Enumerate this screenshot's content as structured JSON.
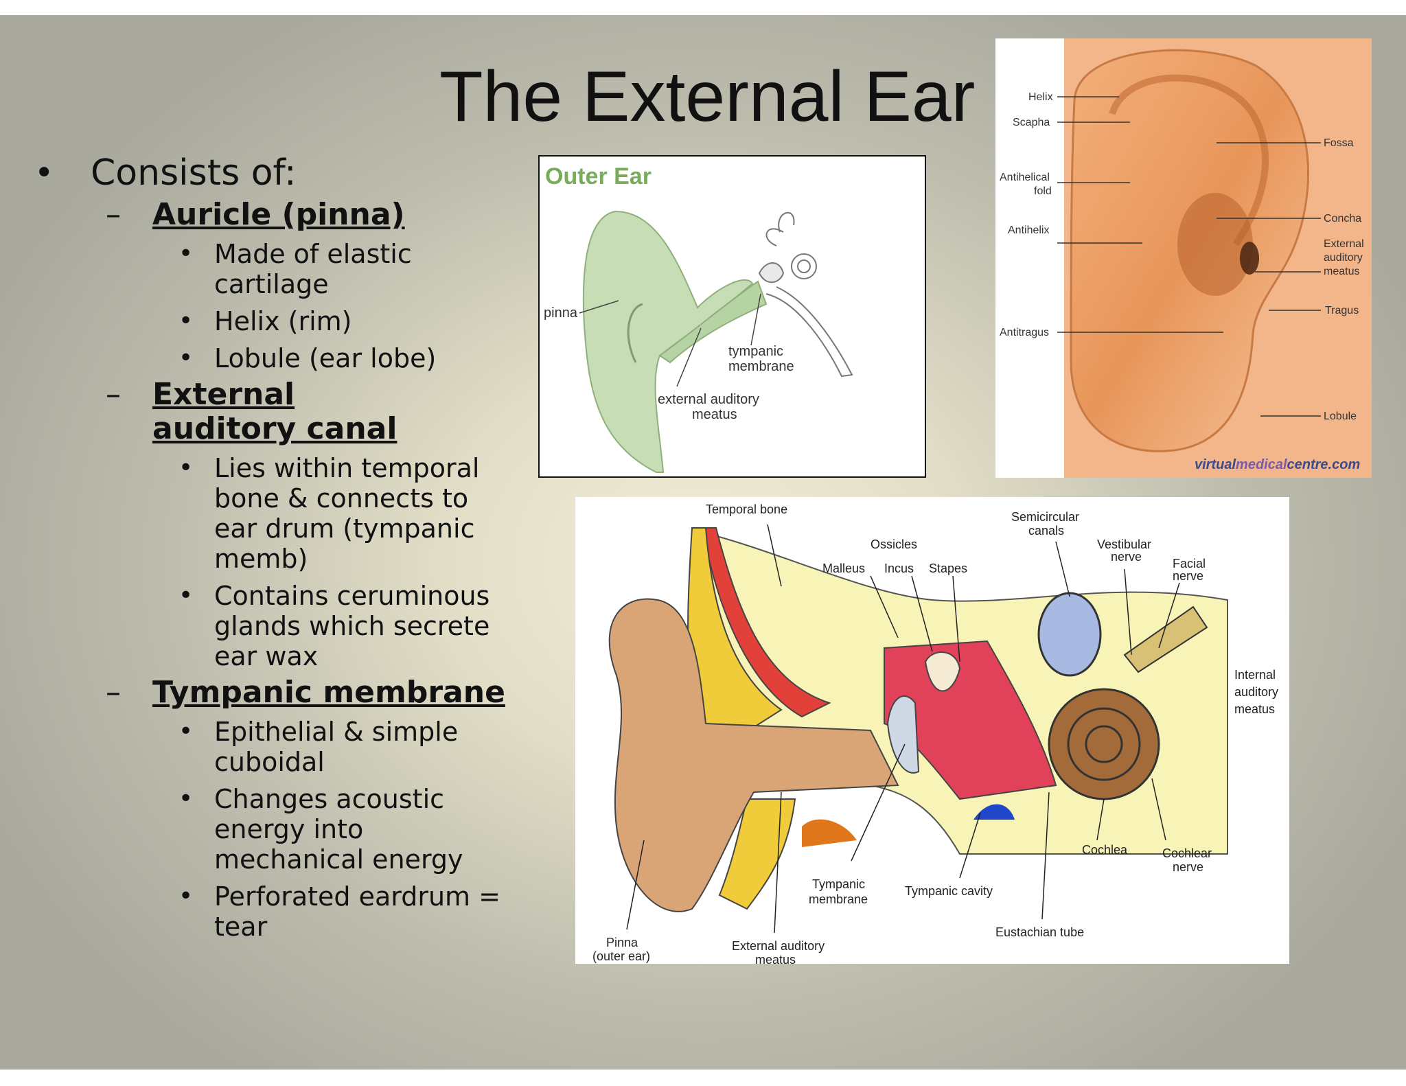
{
  "title": "The External Ear",
  "bullets": {
    "consists": "Consists of:",
    "groups": [
      {
        "heading": "Auricle (pinna)",
        "items": [
          "Made of elastic cartilage",
          "Helix (rim)",
          "Lobule (ear lobe)"
        ]
      },
      {
        "heading": "External auditory canal",
        "items": [
          "Lies within temporal bone & connects to ear drum (tympanic memb)",
          "Contains ceruminous glands which secrete ear wax"
        ]
      },
      {
        "heading": "Tympanic membrane",
        "items": [
          "Epithelial & simple cuboidal",
          "Changes acoustic energy into mechanical energy",
          "Perforated eardrum = tear"
        ]
      }
    ]
  },
  "outer_ear": {
    "title": "Outer Ear",
    "pinna": "pinna",
    "tympanic_1": "tympanic",
    "tympanic_2": "membrane",
    "eam_1": "external auditory",
    "eam_2": "meatus"
  },
  "ear_photo": {
    "helix": "Helix",
    "scapha": "Scapha",
    "antihelical_1": "Antihelical",
    "antihelical_2": "fold",
    "antihelix": "Antihelix",
    "antitragus": "Antitragus",
    "fossa": "Fossa",
    "concha": "Concha",
    "eam_1": "External",
    "eam_2": "auditory",
    "eam_3": "meatus",
    "tragus": "Tragus",
    "lobule": "Lobule",
    "credit_a": "virtual",
    "credit_b": "medical",
    "credit_c": "centre.com"
  },
  "anatomy": {
    "temporal_bone": "Temporal bone",
    "semicircular_1": "Semicircular",
    "semicircular_2": "canals",
    "ossicles": "Ossicles",
    "malleus": "Malleus",
    "incus": "Incus",
    "stapes": "Stapes",
    "vestibular_1": "Vestibular",
    "vestibular_2": "nerve",
    "facial_1": "Facial",
    "facial_2": "nerve",
    "internal_1": "Internal",
    "internal_2": "auditory",
    "internal_3": "meatus",
    "cochlea": "Cochlea",
    "cochlear_1": "Cochlear",
    "cochlear_2": "nerve",
    "tympanic_m_1": "Tympanic",
    "tympanic_m_2": "membrane",
    "tympanic_cavity": "Tympanic cavity",
    "eustachian": "Eustachian tube",
    "pinna_1": "Pinna",
    "pinna_2": "(outer ear)",
    "eam_1": "External auditory",
    "eam_2": "meatus"
  }
}
